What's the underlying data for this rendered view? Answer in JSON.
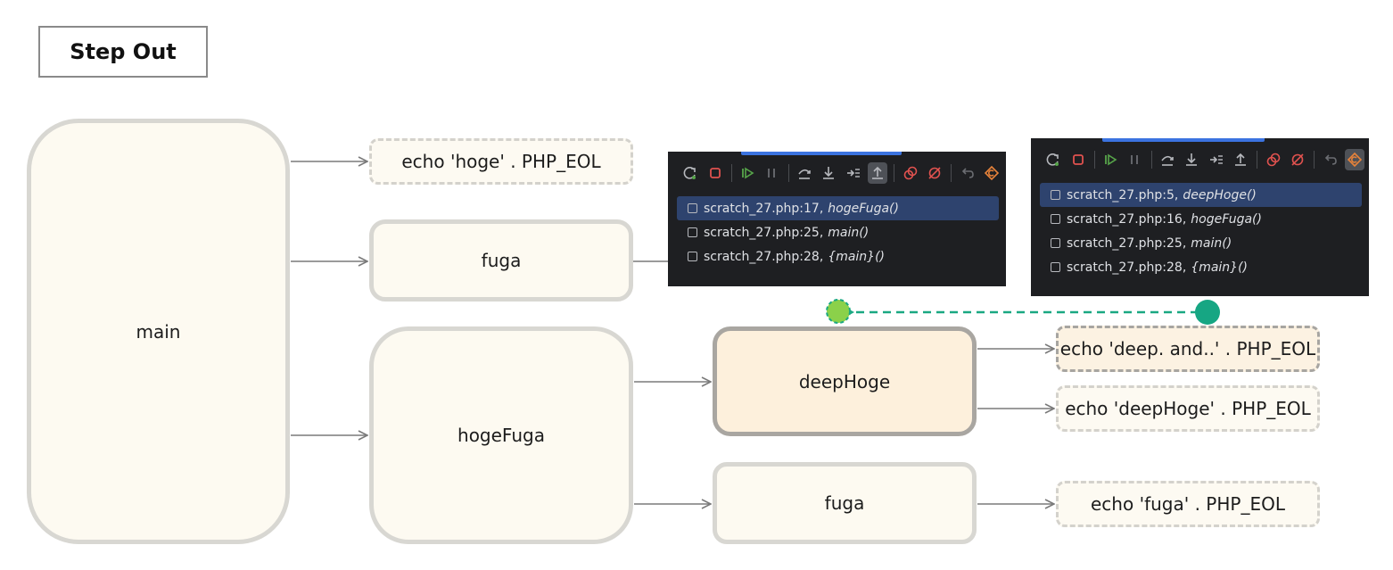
{
  "title": "Step Out",
  "nodes": {
    "main": "main",
    "echo_hoge": "echo 'hoge' . PHP_EOL",
    "fuga_top": "fuga",
    "hogeFuga": "hogeFuga",
    "deepHoge": "deepHoge",
    "fuga_bottom": "fuga",
    "echo_deep_and": "echo 'deep. and..' . PHP_EOL",
    "echo_deepHoge": "echo 'deepHoge' . PHP_EOL",
    "echo_fuga": "echo 'fuga' . PHP_EOL"
  },
  "debugger_before": {
    "toolbar_icons": [
      "rerun-icon",
      "stop-icon",
      "resume-icon",
      "pause-icon",
      "step-over-icon",
      "step-into-icon",
      "smart-step-into-icon",
      "step-out-icon",
      "breakpoints-icon",
      "mute-breakpoints-icon",
      "undo-icon",
      "settings-icon"
    ],
    "active_icon": "step-out-icon",
    "frames": [
      {
        "file": "scratch_27.php:17,",
        "function": "hogeFuga()",
        "selected": true
      },
      {
        "file": "scratch_27.php:25,",
        "function": "main()",
        "selected": false
      },
      {
        "file": "scratch_27.php:28,",
        "function": "{main}()",
        "selected": false
      }
    ]
  },
  "debugger_after": {
    "toolbar_icons": [
      "rerun-icon",
      "stop-icon",
      "resume-icon",
      "pause-icon",
      "step-over-icon",
      "step-into-icon",
      "smart-step-into-icon",
      "step-out-icon",
      "breakpoints-icon",
      "mute-breakpoints-icon",
      "undo-icon",
      "settings-icon"
    ],
    "active_icon": "settings-icon",
    "frames": [
      {
        "file": "scratch_27.php:5,",
        "function": "deepHoge()",
        "selected": true
      },
      {
        "file": "scratch_27.php:16,",
        "function": "hogeFuga()",
        "selected": false
      },
      {
        "file": "scratch_27.php:25,",
        "function": "main()",
        "selected": false
      },
      {
        "file": "scratch_27.php:28,",
        "function": "{main}()",
        "selected": false
      }
    ]
  },
  "colors": {
    "node_fill": "#fdfaf1",
    "node_border": "#d8d7d2",
    "current_fill": "#fdf0dc",
    "arrow": "#7a7a7a",
    "step_arrow": "#1aa882",
    "step_target": "#8bd14a",
    "panel_bg": "#1e1f22",
    "selection": "#2e436e"
  }
}
